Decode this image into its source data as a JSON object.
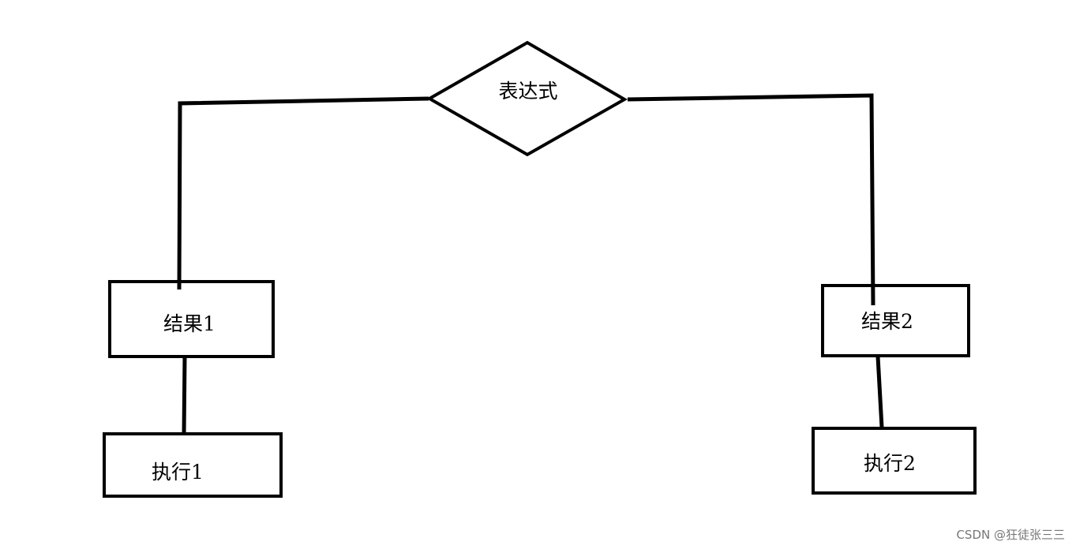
{
  "diagram": {
    "condition": "表达式",
    "result_left": "结果1",
    "result_right": "结果2",
    "action_left": "执行1",
    "action_right": "执行2"
  },
  "watermark": "CSDN @狂徒张三三",
  "colors": {
    "stroke": "#000000",
    "background": "#ffffff",
    "watermark": "#777777"
  }
}
